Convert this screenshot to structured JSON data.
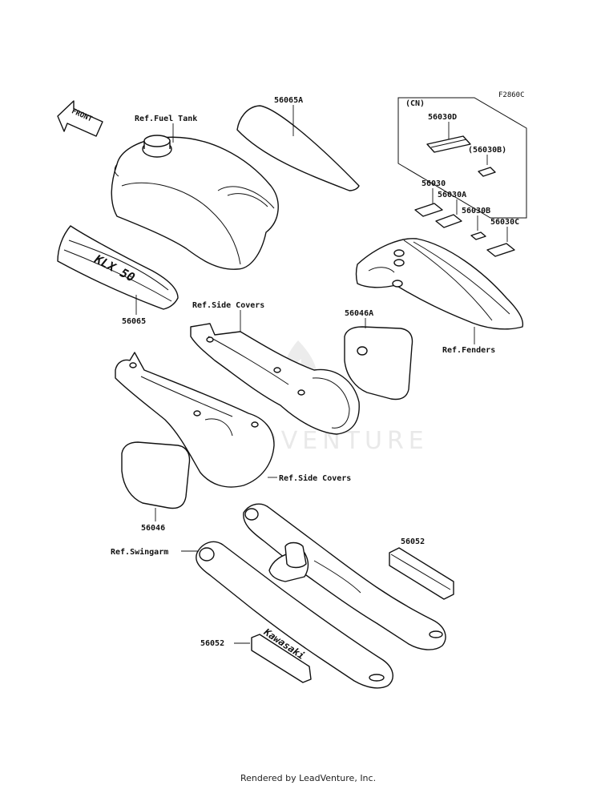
{
  "diagram_code": "F2860C",
  "front_label": "FRONT",
  "watermark": "LEADVENTURE",
  "footer": "Rendered by LeadVenture, Inc.",
  "china_box": {
    "title": "(CN)",
    "part_a": "56030D",
    "part_b": "(56030B)"
  },
  "labels": {
    "fuel_tank": "Ref.Fuel Tank",
    "tank_decal_top": "56065A",
    "tank_decal_side": "56065",
    "side_covers_upper": "Ref.Side Covers",
    "side_covers_lower": "Ref.Side Covers",
    "side_cover_pad_upper": "56046A",
    "side_cover_pad_lower": "56046",
    "fender_label_1": "56030",
    "fender_label_2": "56030A",
    "fender_label_3": "56030B",
    "fender_label_4": "56030C",
    "fenders": "Ref.Fenders",
    "swingarm_label": "56052",
    "swingarm": "Ref.Swingarm",
    "brand_decal_code": "56052",
    "brand_decal_text": "Kawasaki",
    "tank_graphic_text": "KLX 50"
  }
}
